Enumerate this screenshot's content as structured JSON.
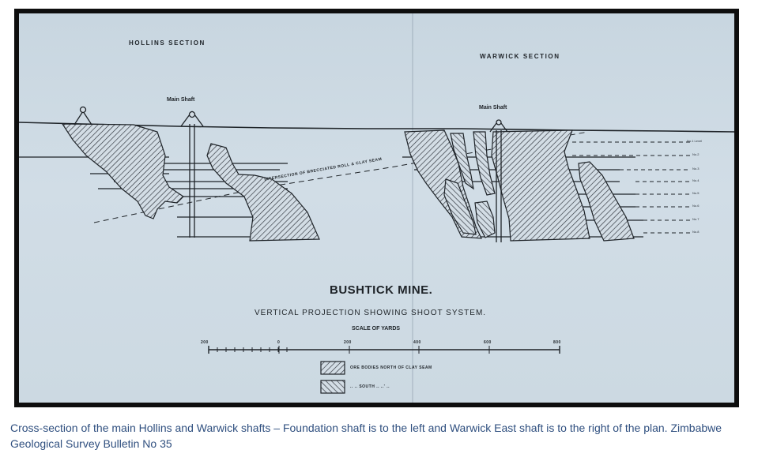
{
  "diagram": {
    "hollins_section": "HOLLINS SECTION",
    "warwick_section": "WARWICK SECTION",
    "main_shaft_left": "Main Shaft",
    "main_shaft_right": "Main Shaft",
    "intersection_label": "INTERSECTION OF BRECCIATED ROLL & CLAY SEAM",
    "title": "BUSHTICK MINE.",
    "subtitle": "VERTICAL PROJECTION SHOWING SHOOT SYSTEM.",
    "scale_title": "SCALE OF YARDS",
    "scale_ticks": [
      "200",
      "0",
      "200",
      "400",
      "600",
      "800"
    ],
    "legend": [
      {
        "text": "ORE BODIES NORTH OF CLAY SEAM"
      },
      {
        "text": "..    ..    SOUTH    ..    ..'    .."
      }
    ],
    "levels": [
      "No.1 Level",
      "No.2",
      "No.3",
      "No.4",
      "No.5",
      "No.6",
      "No.7",
      "No.8"
    ]
  },
  "caption": "Cross-section of the main Hollins and Warwick shafts – Foundation shaft is to the left and Warwick East shaft is to the right of the plan. Zimbabwe Geological Survey Bulletin No 35"
}
